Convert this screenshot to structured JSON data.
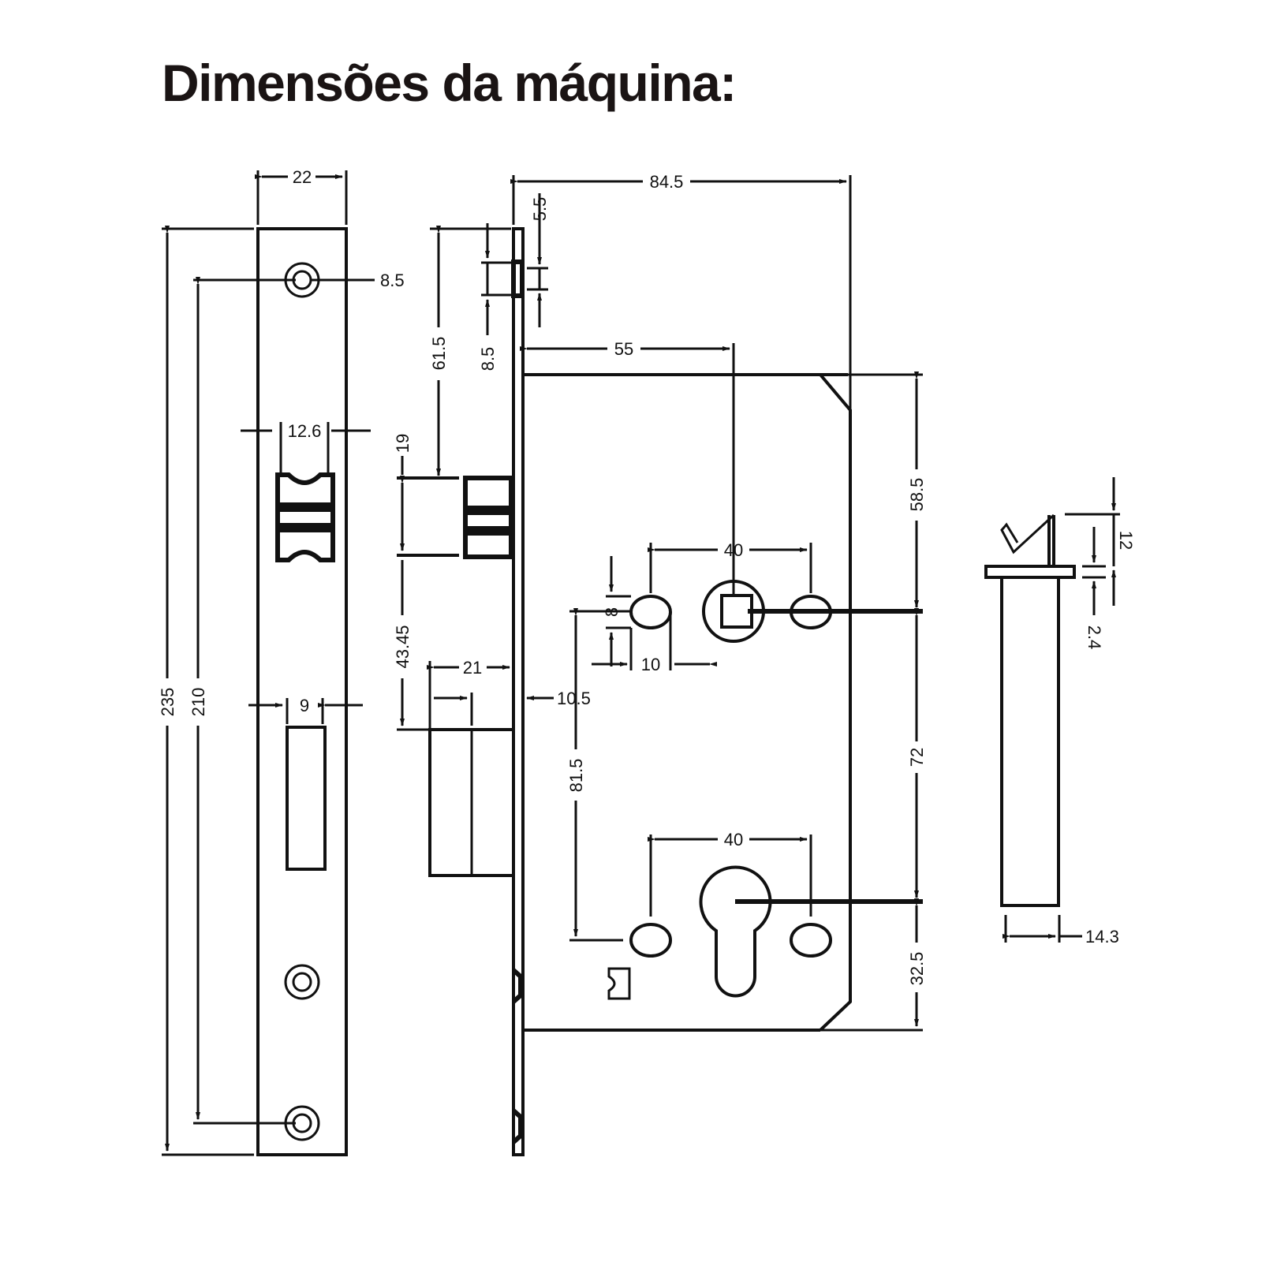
{
  "title": "Dimensões da máquina:",
  "colors": {
    "line": "#111111",
    "background": "#ffffff",
    "title": "#1a1414"
  },
  "faceplate_view": {
    "width": "22",
    "screw_hole": "8.5",
    "total_height": "235",
    "screw_spacing": "210",
    "latch_width": "12.6",
    "bolt_slot_width": "9"
  },
  "side_view": {
    "faceplate_thickness": "5.5",
    "screw_offset": "8.5",
    "latch_top": "61.5",
    "latch_height": "19",
    "latch_to_bolt": "43.45",
    "bolt_projection": "21",
    "bolt_offset": "10.5"
  },
  "body_view": {
    "depth": "84.5",
    "backset": "55",
    "top_to_spindle": "58.5",
    "spindle_holes_spacing": "40",
    "hole_height": "8",
    "hole_width": "10",
    "spindle_to_cylinder": "72",
    "cylinder_holes_spacing": "40",
    "hole_to_hole_vertical": "81.5",
    "cylinder_to_bottom": "32.5"
  },
  "strike_view": {
    "latch_height": "12",
    "plate_thickness": "2.4",
    "width": "14.3"
  }
}
